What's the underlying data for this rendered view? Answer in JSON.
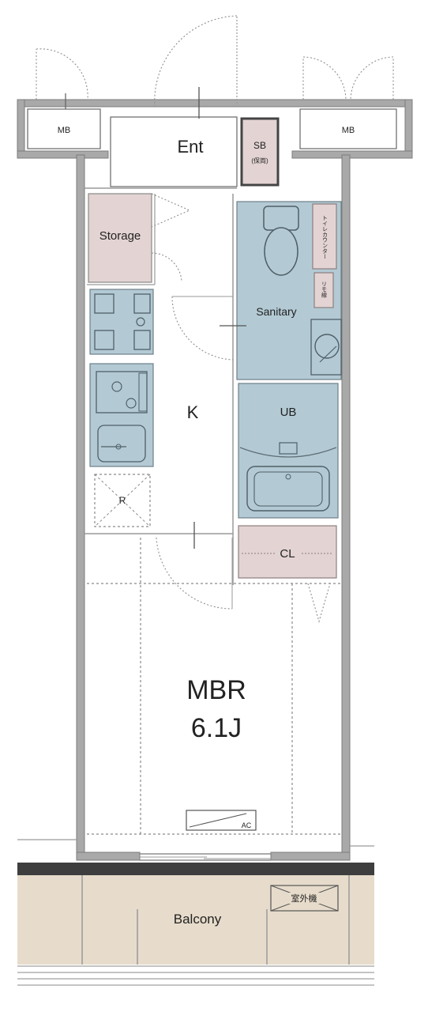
{
  "rooms": {
    "entrance": "Ent",
    "shoe_box": "SB",
    "shoe_box_sub": "(保両)",
    "meter_box_left": "MB",
    "meter_box_right": "MB",
    "storage": "Storage",
    "sanitary": "Sanitary",
    "toilet_container": "トイレカウンター",
    "toilet_shelf": "リモ線",
    "kitchen": "K",
    "unit_bath": "UB",
    "refrigerator": "R",
    "closet": "CL",
    "master_bedroom": "MBR",
    "master_bedroom_size": "6.1J",
    "air_conditioner": "AC",
    "balcony": "Balcony",
    "outdoor_unit": "室外機"
  },
  "colors": {
    "wall": "#a9a9a9",
    "wet_area": "#b3cad4",
    "storage_fill": "#e3d3d3",
    "balcony_floor": "#e7dccb",
    "balcony_edge": "#3e3e3e"
  }
}
